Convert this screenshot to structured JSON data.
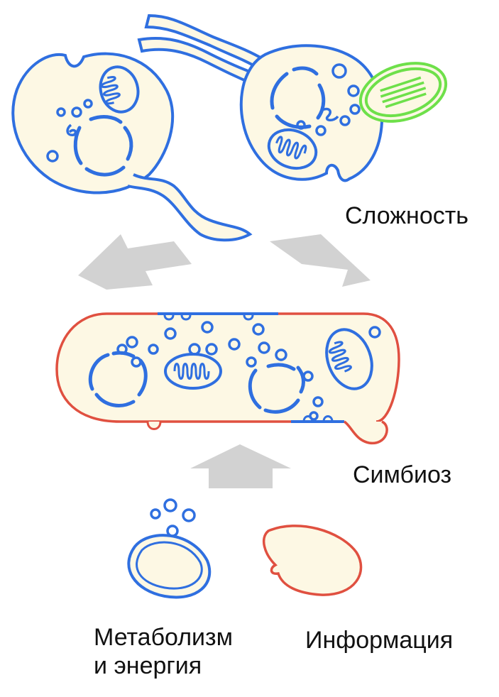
{
  "labels": {
    "complexity": "Сложность",
    "symbiosis": "Симбиоз",
    "metabolism_line1": "Метаболизм",
    "metabolism_line2": "и энергия",
    "information": "Информация"
  },
  "colors": {
    "metabolism_blue": "#2f6fe0",
    "information_red": "#e05040",
    "chloroplast_green": "#6ee04a",
    "cytoplasm": "#fdf8e4",
    "arrow_gray": "#d2d2d2"
  },
  "icons": {
    "arrow": "up-arrow-icon"
  }
}
